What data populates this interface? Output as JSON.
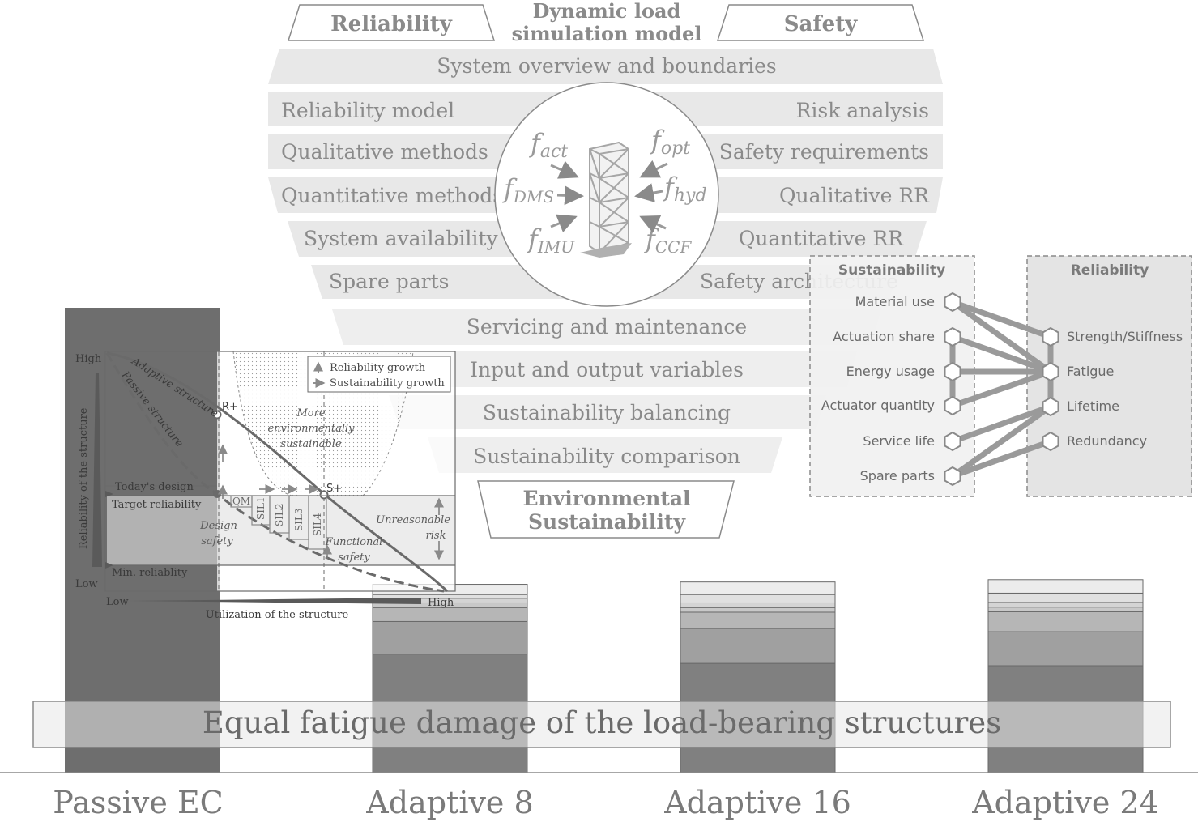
{
  "funnel": {
    "header_left": "Reliability",
    "header_right": "Safety",
    "header_center_line1": "Dynamic load",
    "header_center_line2": "simulation model",
    "band_system_overview": "System overview and boundaries",
    "left_items": [
      "Reliability model",
      "Qualitative methods",
      "Quantitative methods",
      "System availability",
      "Spare parts"
    ],
    "right_items": [
      "Risk analysis",
      "Safety requirements",
      "Qualitative RR",
      "Quantitative RR",
      "Safety architecture"
    ],
    "lower_bands": [
      "Servicing and maintenance",
      "Input and output variables",
      "Sustainability balancing",
      "Sustainability comparison"
    ],
    "footer_line1": "Environmental",
    "footer_line2": "Sustainability"
  },
  "circle": {
    "factors": [
      {
        "base": "f",
        "sub": "act"
      },
      {
        "base": "f",
        "sub": "opt"
      },
      {
        "base": "f",
        "sub": "DMS"
      },
      {
        "base": "f",
        "sub": "hyd"
      },
      {
        "base": "f",
        "sub": "IMU"
      },
      {
        "base": "f",
        "sub": "CCF"
      }
    ]
  },
  "network": {
    "sustainability_title": "Sustainability",
    "reliability_title": "Reliability",
    "sustainability_nodes": [
      "Material use",
      "Actuation share",
      "Energy usage",
      "Actuator quantity",
      "Service life",
      "Spare parts"
    ],
    "reliability_nodes": [
      "Strength/Stiffness",
      "Fatigue",
      "Lifetime",
      "Redundancy"
    ],
    "links": [
      [
        0,
        0
      ],
      [
        0,
        1
      ],
      [
        1,
        1
      ],
      [
        2,
        1
      ],
      [
        3,
        1
      ],
      [
        4,
        2
      ],
      [
        5,
        2
      ],
      [
        5,
        3
      ]
    ]
  },
  "reliability_chart": {
    "y_label": "Reliability of the structure",
    "y_high": "High",
    "y_low": "Low",
    "x_label": "Utilization of the structure",
    "x_low": "Low",
    "x_high": "High",
    "legend_reliability_growth": "Reliability growth",
    "legend_sustainability_growth": "Sustainability growth",
    "curve_adaptive": "Adaptive structure",
    "curve_passive": "Passive structure",
    "level_today": "Today's design",
    "level_target": "Target reliability",
    "level_min": "Min. reliablity",
    "point_r": "R+",
    "point_s": "S+",
    "region_more_sustainable_line1": "More",
    "region_more_sustainable_line2": "environmentally",
    "region_more_sustainable_line3": "sustainable",
    "region_unreasonable_line1": "Unreasonable",
    "region_unreasonable_line2": "risk",
    "region_design_line1": "Design",
    "region_design_line2": "safety",
    "region_functional_line1": "Functional",
    "region_functional_line2": "safety",
    "sil_labels": [
      "QM",
      "SIL1",
      "SIL2",
      "SIL3",
      "SIL4"
    ]
  },
  "chart_data": {
    "type": "bar",
    "categories": [
      "Passive EC",
      "Adaptive 8",
      "Adaptive 16",
      "Adaptive 24"
    ],
    "annotation": "Equal fatigue damage of the load-bearing structures",
    "stacked": true,
    "bar_totals": [
      1.0,
      0.405,
      0.41,
      0.415
    ],
    "bar_segments": [
      [
        1.0
      ],
      [
        0.255,
        0.07,
        0.03,
        0.01,
        0.01,
        0.008,
        0.022
      ],
      [
        0.235,
        0.075,
        0.035,
        0.01,
        0.01,
        0.018,
        0.027
      ],
      [
        0.23,
        0.073,
        0.043,
        0.01,
        0.01,
        0.02,
        0.029
      ]
    ],
    "segment_colors": [
      "#808080",
      "#a0a0a0",
      "#b6b6b6",
      "#c8c8c8",
      "#d4d4d4",
      "#e0e0e0",
      "#ececec"
    ],
    "colors": {
      "passive": "#6e6e6e",
      "stroke": "#6a6a6a"
    }
  }
}
